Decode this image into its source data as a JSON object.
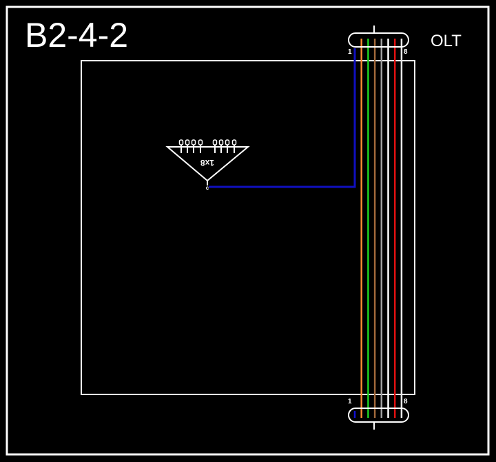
{
  "title": "B2-4-2",
  "olt_label": "OLT",
  "connector_top": {
    "start_label": "1",
    "end_label": "8"
  },
  "connector_bottom": {
    "start_label": "1",
    "end_label": "8"
  },
  "splitter": {
    "label": "1x8",
    "port_label": "c",
    "outputs": 8
  },
  "fiber_colors": [
    "#1010d0",
    "#ff8a30",
    "#20d020",
    "#a0683a",
    "#a0a0a0",
    "#ffffff",
    "#e01010",
    "#e8e8e8"
  ],
  "link_color": "#1010c0",
  "line_color": "#ffffff"
}
